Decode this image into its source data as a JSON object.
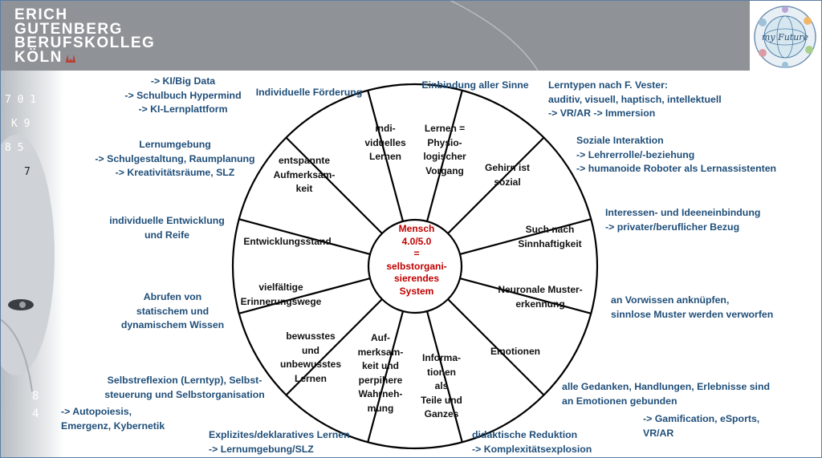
{
  "header": {
    "logo_lines": [
      "ERICH",
      "GUTENBERG",
      "BERUFSKOLLEG",
      "KÖLN"
    ],
    "badge_text": "my Future"
  },
  "center": {
    "lines": [
      "Mensch",
      "4.0/5.0",
      "=",
      "selbstorgani-",
      "sierendes",
      "System"
    ]
  },
  "segments": [
    {
      "lines": [
        "indi-",
        "viduelles",
        "Lernen"
      ]
    },
    {
      "lines": [
        "Lernen =",
        "Physio-",
        "logischer",
        "Vorgang"
      ]
    },
    {
      "lines": [
        "Gehirn ist",
        "sozial"
      ]
    },
    {
      "lines": [
        "Such nach",
        "Sinnhaftigkeit"
      ]
    },
    {
      "lines": [
        "Neuronale Muster-",
        "erkennung"
      ]
    },
    {
      "lines": [
        "Emotionen"
      ]
    },
    {
      "lines": [
        "Informa-",
        "tionen",
        "als",
        "Teile und",
        "Ganzes"
      ]
    },
    {
      "lines": [
        "Auf-",
        "merksam-",
        "keit und",
        "perpihere",
        "Wahrneh-",
        "mung"
      ]
    },
    {
      "lines": [
        "bewusstes",
        "und",
        "unbewusstes",
        "Lernen"
      ]
    },
    {
      "lines": [
        "vielfältige",
        "Erinnerungswege"
      ]
    },
    {
      "lines": [
        "Entwicklungsstand"
      ]
    },
    {
      "lines": [
        "entspannte",
        "Aufmerksam-",
        "keit"
      ]
    }
  ],
  "notes": [
    {
      "lines": [
        "-> KI/Big Data",
        "-> Schulbuch Hypermind",
        "-> KI-Lernplattform"
      ]
    },
    {
      "lines": [
        "Individuelle Förderung"
      ]
    },
    {
      "lines": [
        "Einbindung aller Sinne"
      ]
    },
    {
      "lines": [
        "Lerntypen nach F. Vester:",
        "auditiv, visuell, haptisch, intellektuell",
        "-> VR/AR -> Immersion"
      ]
    },
    {
      "lines": [
        "Lernumgebung",
        "-> Schulgestaltung, Raumplanung",
        "-> Kreativitätsräume, SLZ"
      ]
    },
    {
      "lines": [
        "Soziale Interaktion",
        "-> Lehrerrolle/-beziehung",
        "-> humanoide Roboter als Lernassistenten"
      ]
    },
    {
      "lines": [
        "individuelle Entwicklung",
        "und Reife"
      ]
    },
    {
      "lines": [
        "Interessen- und Ideeneinbindung",
        "-> privater/beruflicher Bezug"
      ]
    },
    {
      "lines": [
        "Abrufen von",
        "statischem und",
        "dynamischem Wissen"
      ]
    },
    {
      "lines": [
        "an Vorwissen anknüpfen,",
        "sinnlose Muster werden verworfen"
      ]
    },
    {
      "lines": [
        "Selbstreflexion (Lerntyp), Selbst-",
        "steuerung und Selbstorganisation"
      ]
    },
    {
      "lines": [
        "-> Autopoiesis,",
        "Emergenz, Kybernetik"
      ]
    },
    {
      "lines": [
        "alle Gedanken, Handlungen, Erlebnisse sind",
        "an Emotionen gebunden"
      ]
    },
    {
      "lines": [
        "-> Gamification, eSports,",
        "VR/AR"
      ]
    },
    {
      "lines": [
        "Explizites/deklaratives Lernen",
        "-> Lernumgebung/SLZ"
      ]
    },
    {
      "lines": [
        "didaktische Reduktion",
        "-> Komplexitätsexplosion"
      ]
    }
  ],
  "colors": {
    "header_bg": "#8f9296",
    "note_text": "#1f4e79",
    "center_text": "#c00000",
    "segment_text": "#111111",
    "logo_accent": "#c0392b"
  }
}
